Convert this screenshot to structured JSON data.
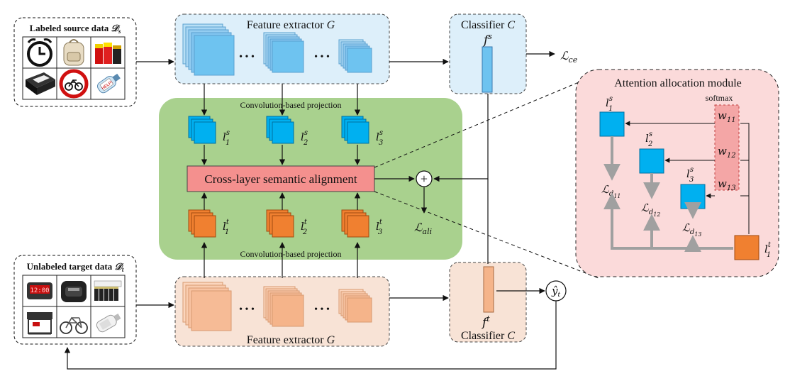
{
  "source": {
    "title": "Labeled source data",
    "domain_symbol": "𝒟",
    "domain_sub": "s"
  },
  "target": {
    "title": "Unlabeled target data",
    "domain_symbol": "𝒟",
    "domain_sub": "t"
  },
  "extractor_top": {
    "label": "Feature extractor",
    "symbol": "G",
    "ellipsis": "• • •"
  },
  "extractor_bottom": {
    "label": "Feature extractor",
    "symbol": "G",
    "ellipsis": "• • •"
  },
  "classifier_top": {
    "label": "Classifier",
    "symbol": "C",
    "feature": "f",
    "feature_sup": "s"
  },
  "classifier_bottom": {
    "label": "Classifier",
    "symbol": "C",
    "feature": "f",
    "feature_sup": "t"
  },
  "projection_top": "Convolution-based projection",
  "projection_bottom": "Convolution-based projection",
  "alignment": "Cross-layer semantic alignment",
  "layers_source": [
    {
      "base": "l",
      "sub": "1",
      "sup": "s"
    },
    {
      "base": "l",
      "sub": "2",
      "sup": "s"
    },
    {
      "base": "l",
      "sub": "3",
      "sup": "s"
    }
  ],
  "layers_target": [
    {
      "base": "l",
      "sub": "1",
      "sup": "t"
    },
    {
      "base": "l",
      "sub": "2",
      "sup": "t"
    },
    {
      "base": "l",
      "sub": "3",
      "sup": "t"
    }
  ],
  "loss_ce": {
    "base": "ℒ",
    "sub": "ce"
  },
  "loss_ali": {
    "base": "ℒ",
    "sub": "ali"
  },
  "plus_symbol": "+",
  "prediction": {
    "base": "ŷ",
    "sub": "t"
  },
  "attention": {
    "title": "Attention allocation module",
    "softmax": "softmax",
    "weights": [
      {
        "base": "w",
        "sub": "11"
      },
      {
        "base": "w",
        "sub": "12"
      },
      {
        "base": "w",
        "sub": "13"
      }
    ],
    "source_layers": [
      {
        "base": "l",
        "sub": "1",
        "sup": "s"
      },
      {
        "base": "l",
        "sub": "2",
        "sup": "s"
      },
      {
        "base": "l",
        "sub": "3",
        "sup": "s"
      }
    ],
    "losses": [
      {
        "base": "ℒ",
        "sub": "d",
        "subsub": "11"
      },
      {
        "base": "ℒ",
        "sub": "d",
        "subsub": "12"
      },
      {
        "base": "ℒ",
        "sub": "d",
        "subsub": "13"
      }
    ],
    "target_layer": {
      "base": "l",
      "sub": "1",
      "sup": "t"
    }
  },
  "source_images": [
    "alarm-clock-icon",
    "backpack-icon",
    "batteries-icon",
    "printer-icon",
    "no-bicycle-sign-icon",
    "bottle-icon"
  ],
  "target_images": [
    "alarm-clock-icon",
    "backpack-icon",
    "batteries-icon",
    "printer-icon",
    "bicycle-icon",
    "bottle-icon"
  ],
  "colors": {
    "feature_blue": "#6ec3f0",
    "feature_blue_light": "#b8dff5",
    "feature_orange": "#f5b48a",
    "feature_orange_light": "#fbd5bd",
    "layer_blue": "#00b0f0",
    "layer_orange": "#f08030",
    "green_panel": "#a9d18e",
    "alignment_box": "#f4908e",
    "attention_panel": "#fbdada",
    "softmax_box": "#f4a6a6",
    "source_panel": "#ddeffa",
    "target_panel": "#f8e3d6"
  }
}
